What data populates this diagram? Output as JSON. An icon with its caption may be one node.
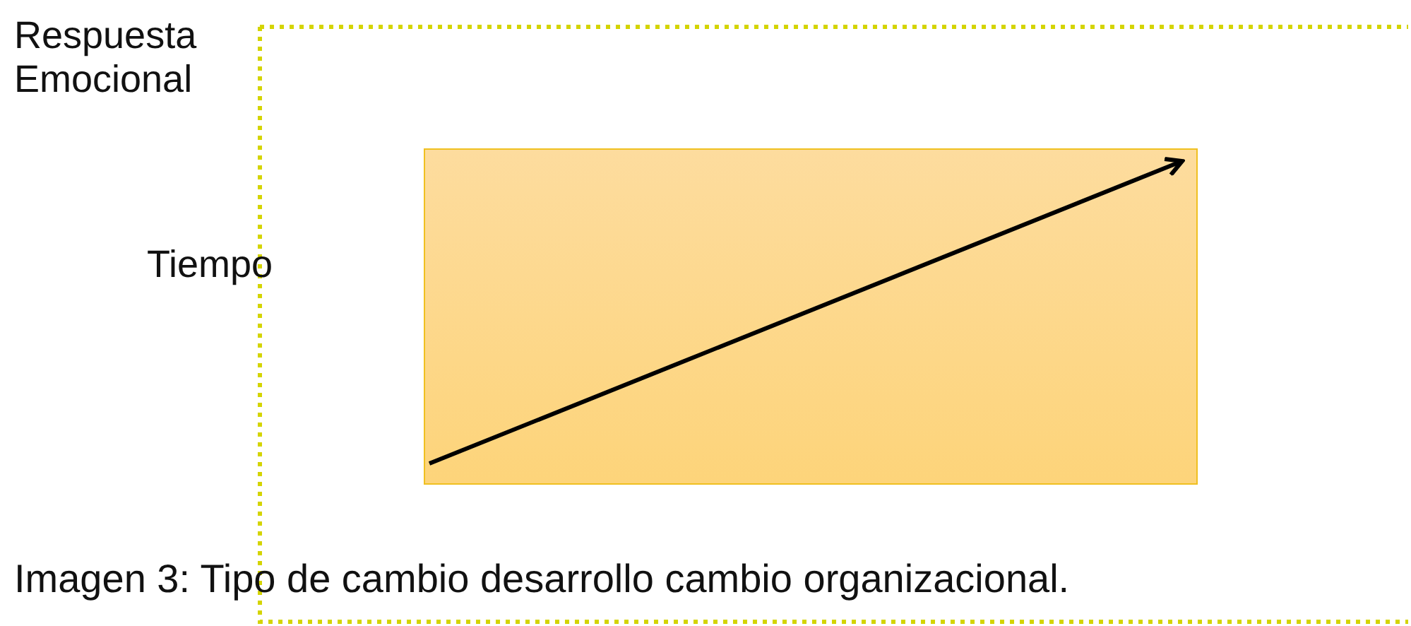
{
  "diagram": {
    "caption": "Imagen 3: Tipo de cambio desarrollo cambio organizacional.",
    "labels": [
      "Respuesta Emocional",
      "Tiempo"
    ]
  }
}
